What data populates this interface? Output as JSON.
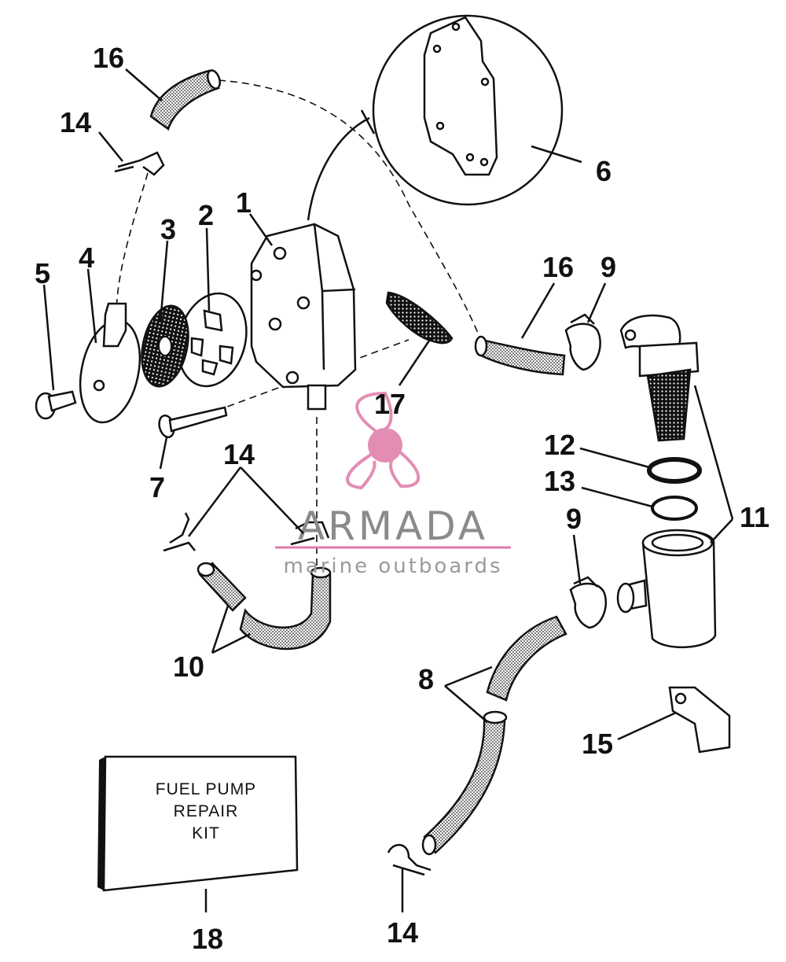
{
  "callouts": {
    "c1": "1",
    "c2": "2",
    "c3": "3",
    "c4": "4",
    "c5": "5",
    "c6": "6",
    "c7": "7",
    "c8": "8",
    "c9a": "9",
    "c9b": "9",
    "c10": "10",
    "c11": "11",
    "c12": "12",
    "c13": "13",
    "c14a": "14",
    "c14b": "14",
    "c14c": "14",
    "c15": "15",
    "c16a": "16",
    "c16b": "16",
    "c17": "17",
    "c18": "18"
  },
  "kit_box": {
    "line1": "FUEL PUMP",
    "line2": "REPAIR",
    "line3": "KIT"
  },
  "watermark": {
    "title": "ARMADA",
    "subtitle": "marine outboards",
    "logo_icon": "propeller-icon",
    "color": "#e07aa8"
  }
}
